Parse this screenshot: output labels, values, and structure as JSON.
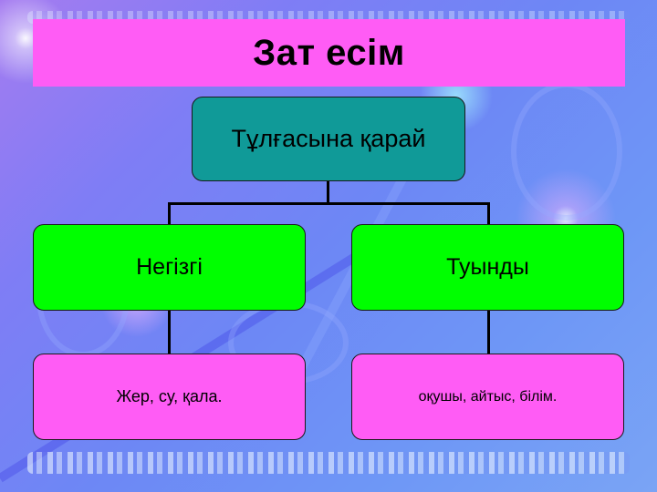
{
  "slide": {
    "title": "Зат есім",
    "colors": {
      "title_bg": "#ff5cf5",
      "root_bg": "#109a98",
      "level1_bg": "#00ff00",
      "level2_bg": "#ff5cf5",
      "background": "#6d87f5"
    }
  },
  "diagram": {
    "root": {
      "label": "Тұлғасына қарай"
    },
    "branches": [
      {
        "label": "Негізгі",
        "child": {
          "label": "Жер, су, қала."
        }
      },
      {
        "label": "Туынды",
        "child": {
          "label": "оқушы, айтыс, білім."
        }
      }
    ]
  }
}
